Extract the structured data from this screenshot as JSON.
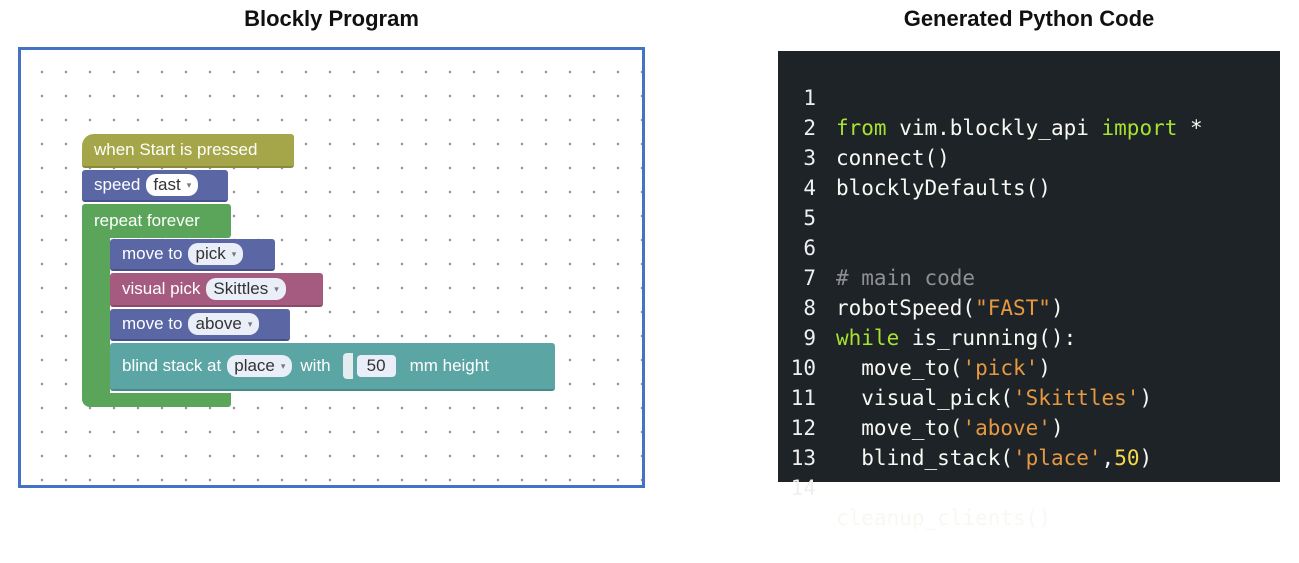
{
  "titles": {
    "left": "Blockly Program",
    "right": "Generated Python Code"
  },
  "blocks": {
    "start": "when Start is pressed",
    "speed_label": "speed",
    "speed_value": "fast",
    "repeat": "repeat forever",
    "move1_label": "move to",
    "move1_value": "pick",
    "visual_label": "visual pick",
    "visual_value": "Skittles",
    "move2_label": "move to",
    "move2_value": "above",
    "blind_label": "blind stack at",
    "blind_value": "place",
    "with_label": "with",
    "height_value": "50",
    "height_unit": "mm height",
    "dropdown_arrow": "▾"
  },
  "code": {
    "line_numbers": [
      "1",
      "2",
      "3",
      "4",
      "5",
      "6",
      "7",
      "8",
      "9",
      "10",
      "11",
      "12",
      "13",
      "14"
    ],
    "l1_kw1": "from",
    "l1_mod": " vim.blockly_api ",
    "l1_kw2": "import",
    "l1_star": " *",
    "l2": "connect()",
    "l3": "blocklyDefaults()",
    "l6": "# main code",
    "l7_a": "robotSpeed(",
    "l7_s": "\"FAST\"",
    "l7_b": ")",
    "l8_kw": "while",
    "l8_rest": " is_running():",
    "l9_a": "  move_to(",
    "l9_s": "'pick'",
    "l9_b": ")",
    "l10_a": "  visual_pick(",
    "l10_s": "'Skittles'",
    "l10_b": ")",
    "l11_a": "  move_to(",
    "l11_s": "'above'",
    "l11_b": ")",
    "l12_a": "  blind_stack(",
    "l12_s": "'place'",
    "l12_c": ",",
    "l12_n": "50",
    "l12_b": ")",
    "l14": "cleanup_clients()"
  },
  "colors": {
    "workspace_border": "#4472c4",
    "code_bg": "#1e2328",
    "keyword": "#a6e22e",
    "string": "#e69940",
    "number": "#f3d94a",
    "comment": "#909090"
  }
}
